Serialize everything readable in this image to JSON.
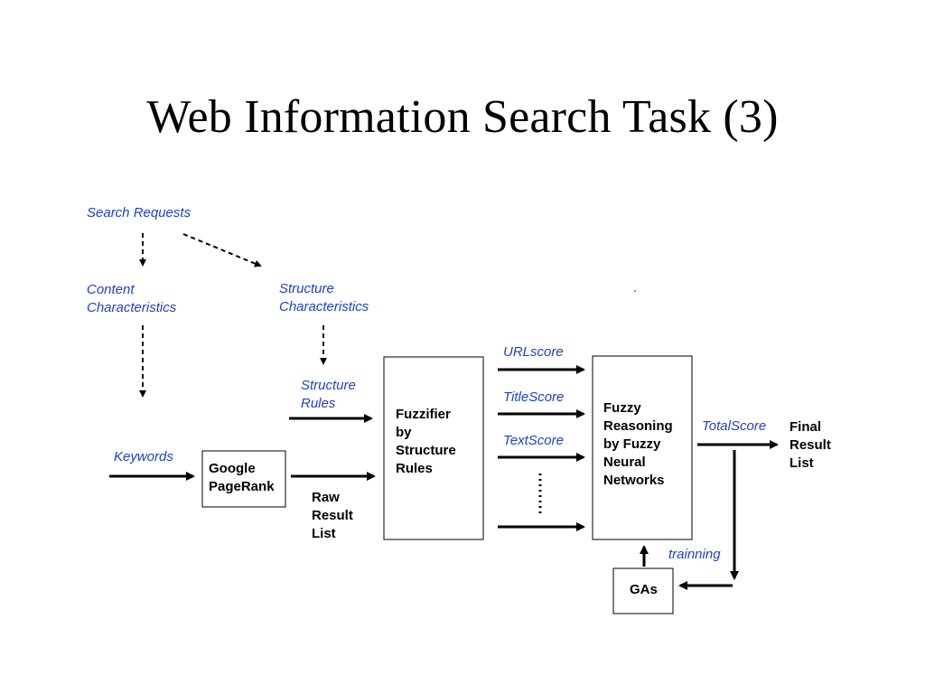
{
  "title": "Web Information Search Task (3)",
  "labels": {
    "search_requests": "Search Requests",
    "content_line1": "Content",
    "content_line2": "Characteristics",
    "structure_line1": "Structure",
    "structure_line2": "Characteristics",
    "structure_rules_line1": "Structure",
    "structure_rules_line2": "Rules",
    "keywords": "Keywords",
    "urlscore": "URLscore",
    "titlescore": "TitleScore",
    "textscore": "TextScore",
    "totalscore": "TotalScore",
    "trainning": "trainning"
  },
  "boxes": {
    "google_line1": "Google",
    "google_line2": "PageRank",
    "fuzzifier_line1": "Fuzzifier",
    "fuzzifier_line2": "by",
    "fuzzifier_line3": "Structure",
    "fuzzifier_line4": "Rules",
    "reasoning_line1": "Fuzzy",
    "reasoning_line2": "Reasoning",
    "reasoning_line3": "by Fuzzy",
    "reasoning_line4": "Neural",
    "reasoning_line5": "Networks",
    "gas": "GAs"
  },
  "outputs": {
    "raw_line1": "Raw",
    "raw_line2": "Result",
    "raw_line3": "List",
    "final_line1": "Final",
    "final_line2": "Result",
    "final_line3": "List"
  },
  "colors": {
    "label_blue": "#1f3fcc",
    "black": "#000000"
  }
}
